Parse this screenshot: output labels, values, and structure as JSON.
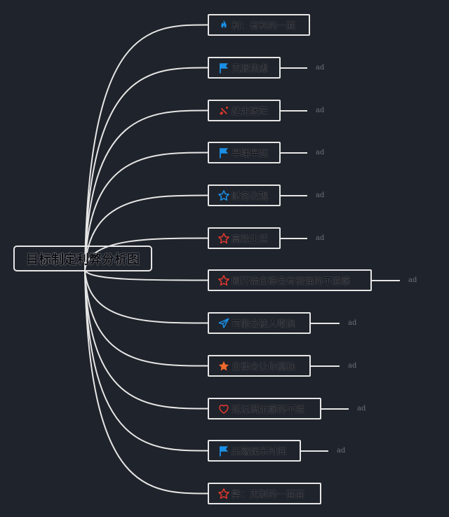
{
  "diagram": {
    "title": "目标制定利弊分析图",
    "colors": {
      "background": "#1f232b",
      "line": "#e6e6e6",
      "blue": "#1a8fe6",
      "red": "#e2392e",
      "orange": "#ef6a2b"
    },
    "branches": [
      {
        "label": "利：有利的一面",
        "icon": "fire-icon",
        "color": "#1a8fe6",
        "note": ""
      },
      {
        "label": "克服焦虑",
        "icon": "flag-icon",
        "color": "#1a8fe6",
        "note": "ad"
      },
      {
        "label": "赶走迷茫",
        "icon": "broom-icon",
        "color": "#e2392e",
        "note": "ad"
      },
      {
        "label": "早睡早起",
        "icon": "flag-icon",
        "color": "#1a8fe6",
        "note": "ad"
      },
      {
        "label": "财务改观",
        "icon": "star-outline-icon",
        "color": "#1a8fe6",
        "note": "ad"
      },
      {
        "label": "高效生活",
        "icon": "star-outline-icon",
        "color": "#e2392e",
        "note": "ad"
      },
      {
        "label": "刚开始自律会有很强的不适感",
        "icon": "star-outline-icon",
        "color": "#e2392e",
        "note": "ad"
      },
      {
        "label": "可能会被人嘲讽",
        "icon": "paper-plane-icon",
        "color": "#1a8fe6",
        "note": "ad"
      },
      {
        "label": "自律会让你孤独",
        "icon": "star-filled-icon",
        "color": "#ef6a2b",
        "note": "ad"
      },
      {
        "label": "延迟满足感的不适",
        "icon": "heart-icon",
        "color": "#e2392e",
        "note": "ad"
      },
      {
        "label": "压缩娱乐时间",
        "icon": "flag-icon",
        "color": "#1a8fe6",
        "note": "ad"
      },
      {
        "label": "弊：克制的一面面",
        "icon": "star-outline-icon",
        "color": "#e2392e",
        "note": ""
      }
    ]
  }
}
